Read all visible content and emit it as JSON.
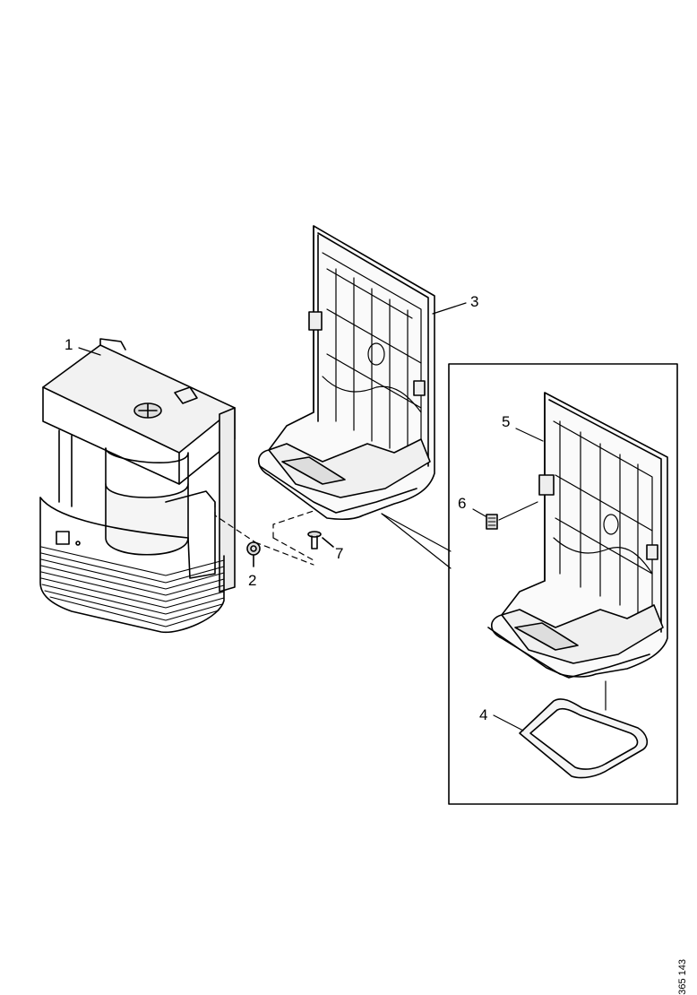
{
  "callouts": {
    "c1": "1",
    "c2": "2",
    "c3": "3",
    "c4": "4",
    "c5": "5",
    "c6": "6",
    "c7": "7"
  },
  "reference_code": "365 143"
}
